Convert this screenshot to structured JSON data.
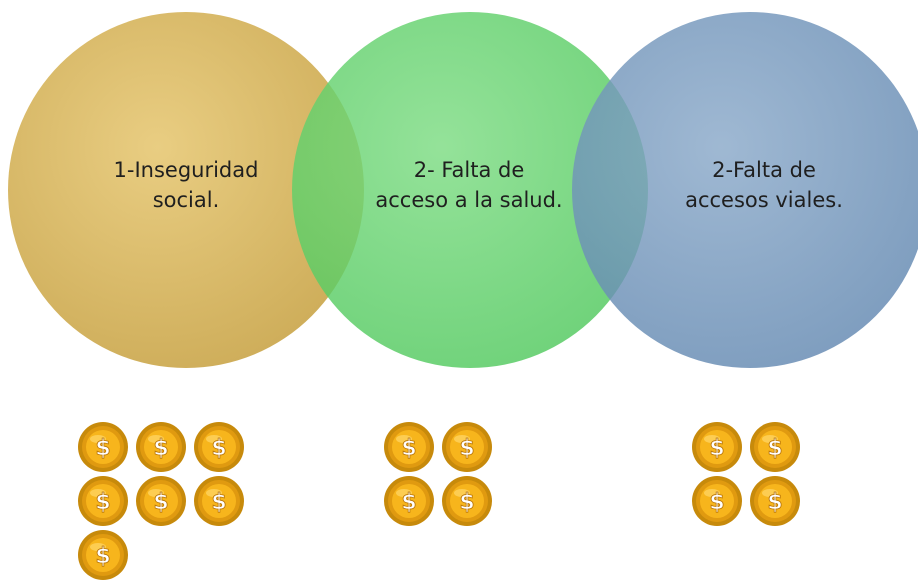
{
  "diagram": {
    "type": "venn",
    "circles": [
      {
        "id": "inseguridad",
        "label": "1-Inseguridad\nsocial.",
        "color": "#d6b45c",
        "coins": 7
      },
      {
        "id": "salud",
        "label": "2- Falta de\nacceso a la salud.",
        "color": "#5ccf66",
        "coins": 4
      },
      {
        "id": "viales",
        "label": "2-Falta de\naccesos viales.",
        "color": "#6f93b8",
        "coins": 4
      }
    ]
  },
  "coin_icon": {
    "name": "dollar-coin-icon",
    "symbol": "$",
    "rim_color": "#c78a0b",
    "face_color": "#f7b51c",
    "symbol_color": "#ffffff"
  }
}
